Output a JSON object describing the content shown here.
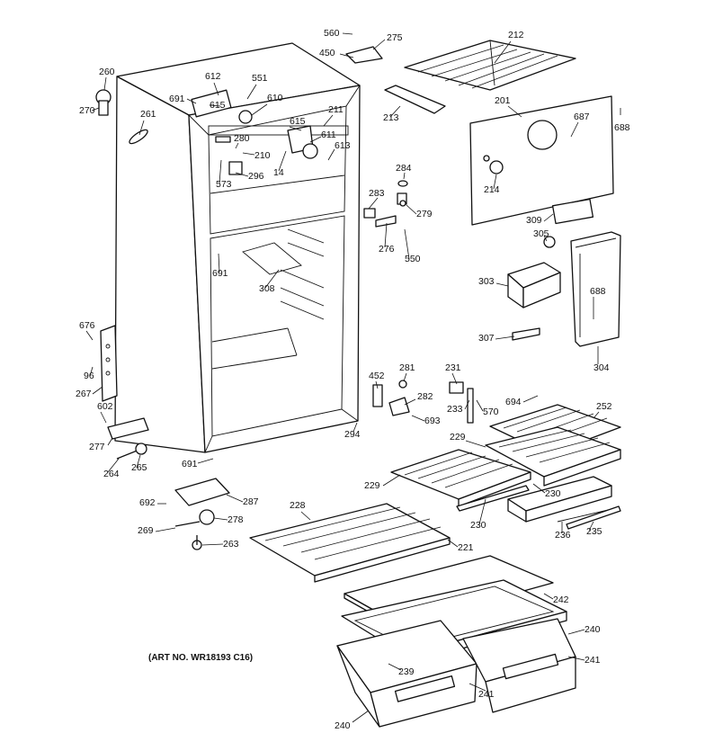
{
  "diagram": {
    "art_number": "(ART NO. WR18193 C16)",
    "part_numbers": [
      {
        "id": "c560a",
        "text": "560"
      },
      {
        "id": "c275",
        "text": "275"
      },
      {
        "id": "c450",
        "text": "450"
      },
      {
        "id": "c212",
        "text": "212"
      },
      {
        "id": "c201",
        "text": "201"
      },
      {
        "id": "c260",
        "text": "260"
      },
      {
        "id": "c270",
        "text": "270"
      },
      {
        "id": "c612",
        "text": "612"
      },
      {
        "id": "c551",
        "text": "551"
      },
      {
        "id": "c691a",
        "text": "691"
      },
      {
        "id": "c615a",
        "text": "615"
      },
      {
        "id": "c610",
        "text": "610"
      },
      {
        "id": "c211",
        "text": "211"
      },
      {
        "id": "c261",
        "text": "261"
      },
      {
        "id": "c615b",
        "text": "615"
      },
      {
        "id": "c213",
        "text": "213"
      },
      {
        "id": "c687",
        "text": "687"
      },
      {
        "id": "c688a",
        "text": "688"
      },
      {
        "id": "c280",
        "text": "280"
      },
      {
        "id": "c611",
        "text": "611"
      },
      {
        "id": "c613",
        "text": "613"
      },
      {
        "id": "c210",
        "text": "210"
      },
      {
        "id": "c14",
        "text": "14"
      },
      {
        "id": "c296",
        "text": "296"
      },
      {
        "id": "c573",
        "text": "573"
      },
      {
        "id": "c284",
        "text": "284"
      },
      {
        "id": "c214",
        "text": "214"
      },
      {
        "id": "c283",
        "text": "283"
      },
      {
        "id": "c279",
        "text": "279"
      },
      {
        "id": "c309",
        "text": "309"
      },
      {
        "id": "c276",
        "text": "276"
      },
      {
        "id": "c305",
        "text": "305"
      },
      {
        "id": "c550",
        "text": "550"
      },
      {
        "id": "c691b",
        "text": "691"
      },
      {
        "id": "c308",
        "text": "308"
      },
      {
        "id": "c303",
        "text": "303"
      },
      {
        "id": "c688b",
        "text": "688"
      },
      {
        "id": "c676",
        "text": "676"
      },
      {
        "id": "c307",
        "text": "307"
      },
      {
        "id": "c96",
        "text": "96"
      },
      {
        "id": "c304",
        "text": "304"
      },
      {
        "id": "c267",
        "text": "267"
      },
      {
        "id": "c452",
        "text": "452"
      },
      {
        "id": "c281",
        "text": "281"
      },
      {
        "id": "c231",
        "text": "231"
      },
      {
        "id": "c694",
        "text": "694"
      },
      {
        "id": "c282",
        "text": "282"
      },
      {
        "id": "c252",
        "text": "252"
      },
      {
        "id": "c602",
        "text": "602"
      },
      {
        "id": "c233",
        "text": "233"
      },
      {
        "id": "c570",
        "text": "570"
      },
      {
        "id": "c693",
        "text": "693"
      },
      {
        "id": "c294",
        "text": "294"
      },
      {
        "id": "c277",
        "text": "277"
      },
      {
        "id": "c229a",
        "text": "229"
      },
      {
        "id": "c264",
        "text": "264"
      },
      {
        "id": "c265",
        "text": "265"
      },
      {
        "id": "c691c",
        "text": "691"
      },
      {
        "id": "c229b",
        "text": "229"
      },
      {
        "id": "c230a",
        "text": "230"
      },
      {
        "id": "c692",
        "text": "692"
      },
      {
        "id": "c287",
        "text": "287"
      },
      {
        "id": "c228",
        "text": "228"
      },
      {
        "id": "c230b",
        "text": "230"
      },
      {
        "id": "c269",
        "text": "269"
      },
      {
        "id": "c278",
        "text": "278"
      },
      {
        "id": "c236",
        "text": "236"
      },
      {
        "id": "c235",
        "text": "235"
      },
      {
        "id": "c263",
        "text": "263"
      },
      {
        "id": "c221",
        "text": "221"
      },
      {
        "id": "c242",
        "text": "242"
      },
      {
        "id": "c240a",
        "text": "240"
      },
      {
        "id": "c241a",
        "text": "241"
      },
      {
        "id": "c239",
        "text": "239"
      },
      {
        "id": "c241b",
        "text": "241"
      },
      {
        "id": "c240b",
        "text": "240"
      }
    ]
  }
}
